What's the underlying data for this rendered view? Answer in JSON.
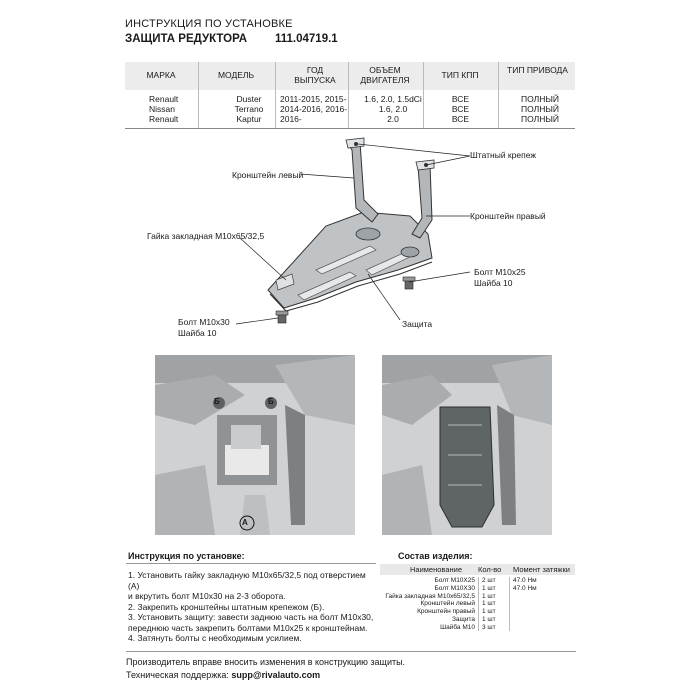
{
  "header": {
    "line1": "ИНСТРУКЦИЯ ПО УСТАНОВКЕ",
    "line2": "ЗАЩИТА РЕДУКТОРА",
    "code": "111.04719.1"
  },
  "table": {
    "columns": [
      "МАРКА",
      "МОДЕЛЬ",
      "ГОД ВЫПУСКА",
      "ОБЪЕМ ДВИГАТЕЛЯ",
      "ТИП КПП",
      "ТИП ПРИВОДА"
    ],
    "col1": [
      "Renault",
      "Nissan",
      "Renault"
    ],
    "col2": [
      "Duster",
      "Terrano",
      "Kaptur"
    ],
    "col3": [
      "2011-2015, 2015-",
      "2014-2016, 2016-",
      "2016-"
    ],
    "col4": [
      "1.6, 2.0, 1.5dCi",
      "1.6, 2.0",
      "2.0"
    ],
    "col5": [
      "ВСЕ",
      "ВСЕ",
      "ВСЕ"
    ],
    "col6": [
      "ПОЛНЫЙ",
      "ПОЛНЫЙ",
      "ПОЛНЫЙ"
    ]
  },
  "diagram_labels": {
    "stock_mount": "Штатный крепеж",
    "bracket_left": "Кронштейн левый",
    "bracket_right": "Кронштейн правый",
    "nut": "Гайка закладная М10х65/32,5",
    "bolt25": "Болт М10х25",
    "washer25": "Шайба 10",
    "bolt30": "Болт М10х30",
    "washer30": "Шайба 10",
    "guard": "Защита"
  },
  "photo_marks": {
    "a": "A",
    "b1": "Б",
    "b2": "Б"
  },
  "instructions": {
    "title": "Инструкция по установке:",
    "steps": [
      "1. Установить гайку закладную М10х65/32,5 под отверстием (А)",
      "и вкрутить болт М10х30 на 2-3 оборота.",
      "2. Закрепить кронштейны штатным крепежом (Б).",
      "3. Установить защиту: завести заднюю часть на болт М10х30,",
      "переднюю часть закрепить болтами М10х25 к кронштейнам.",
      "4. Затянуть болты с необходимым усилием."
    ]
  },
  "components": {
    "title": "Состав изделия:",
    "head": [
      "Наименование",
      "Кол-во",
      "Момент затяжки"
    ],
    "rows": [
      {
        "name": "Болт М10Х25",
        "qty": "2 шт",
        "torque": "47.0 Нм"
      },
      {
        "name": "Болт М10Х30",
        "qty": "1 шт",
        "torque": "47.0 Нм"
      },
      {
        "name": "Гайка закладная М10х65/32,5",
        "qty": "1 шт",
        "torque": ""
      },
      {
        "name": "Кронштейн левый",
        "qty": "1 шт",
        "torque": ""
      },
      {
        "name": "Кронштейн правый",
        "qty": "1 шт",
        "torque": ""
      },
      {
        "name": "Защита",
        "qty": "1 шт",
        "torque": ""
      },
      {
        "name": "Шайба М10",
        "qty": "3 шт",
        "torque": ""
      }
    ]
  },
  "footer": {
    "note": "Производитель вправе вносить изменения в конструкцию защиты.",
    "support_label": "Техническая поддержка:",
    "support_email": "supp@rivalauto.com"
  }
}
